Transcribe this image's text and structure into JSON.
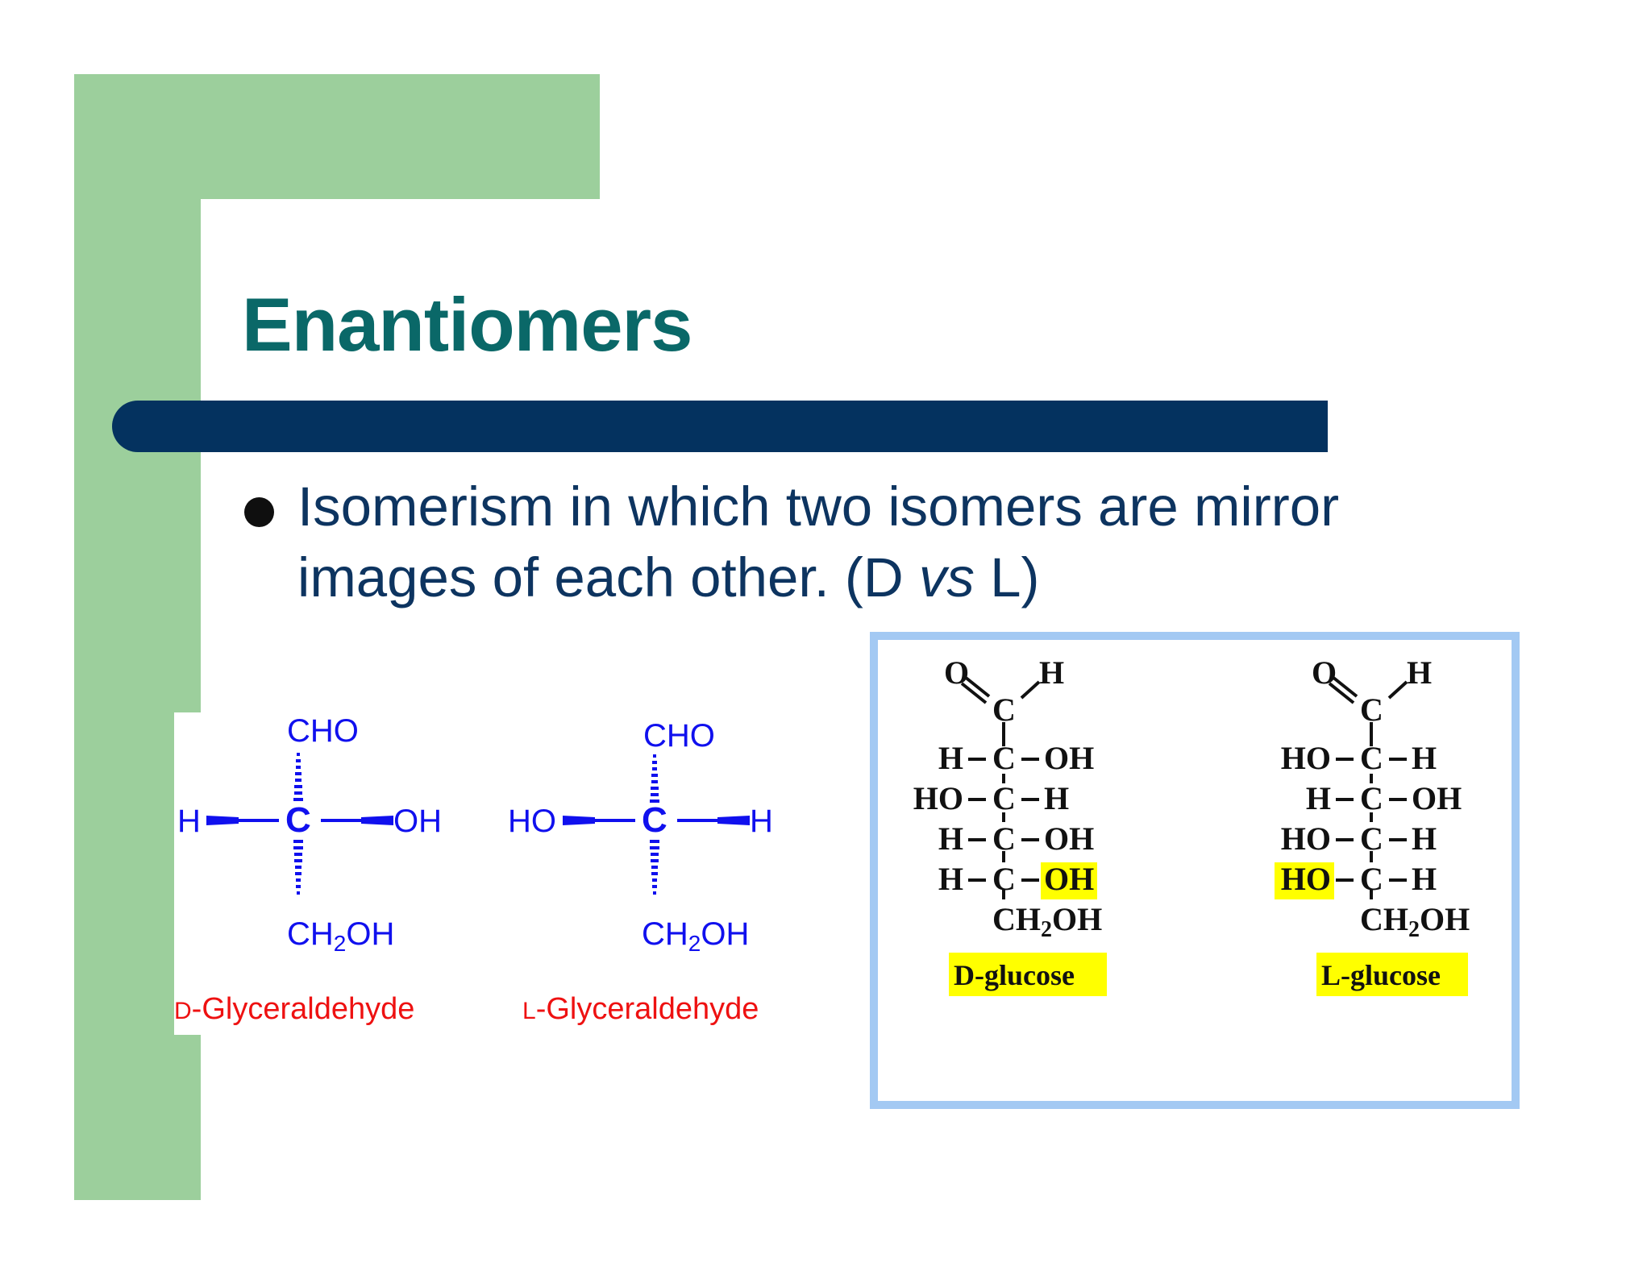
{
  "slide": {
    "title": "Enantiomers",
    "bullet": {
      "text_before": "Isomerism in which two isomers are mirror images of each other. (D ",
      "text_italic": "vs",
      "text_after": " L)"
    }
  },
  "colors": {
    "green_accent": "#9ccf9c",
    "title": "#0a6868",
    "rule_bar": "#04325f",
    "body_text": "#0d3460",
    "structure_blue": "#1010ee",
    "name_red": "#ee1111",
    "highlight": "#ffff00",
    "frame_blue": "#a3c9f3"
  },
  "glyceraldehyde": [
    {
      "top_group": "CHO",
      "left_group": "H",
      "center": "C",
      "right_group": "OH",
      "bottom_group_main": "CH",
      "bottom_group_sub": "2",
      "bottom_group_end": "OH",
      "name_prefix": "D",
      "name_rest": "-Glyceraldehyde"
    },
    {
      "top_group": "CHO",
      "left_group": "HO",
      "center": "C",
      "right_group": "H",
      "bottom_group_main": "CH",
      "bottom_group_sub": "2",
      "bottom_group_end": "OH",
      "name_prefix": "L",
      "name_rest": "-Glyceraldehyde"
    }
  ],
  "glucose": [
    {
      "o": "O",
      "h": "H",
      "c_top": "C",
      "rows": [
        {
          "left": "H",
          "center": "C",
          "right": "OH",
          "highlight": ""
        },
        {
          "left": "HO",
          "center": "C",
          "right": "H",
          "highlight": ""
        },
        {
          "left": "H",
          "center": "C",
          "right": "OH",
          "highlight": ""
        },
        {
          "left": "H",
          "center": "C",
          "right": "OH",
          "highlight": "right"
        }
      ],
      "bottom_main": "CH",
      "bottom_sub": "2",
      "bottom_end": "OH",
      "name": "D-glucose"
    },
    {
      "o": "O",
      "h": "H",
      "c_top": "C",
      "rows": [
        {
          "left": "HO",
          "center": "C",
          "right": "H",
          "highlight": ""
        },
        {
          "left": "H",
          "center": "C",
          "right": "OH",
          "highlight": ""
        },
        {
          "left": "HO",
          "center": "C",
          "right": "H",
          "highlight": ""
        },
        {
          "left": "HO",
          "center": "C",
          "right": "H",
          "highlight": "left"
        }
      ],
      "bottom_main": "CH",
      "bottom_sub": "2",
      "bottom_end": "OH",
      "name": "L-glucose"
    }
  ]
}
